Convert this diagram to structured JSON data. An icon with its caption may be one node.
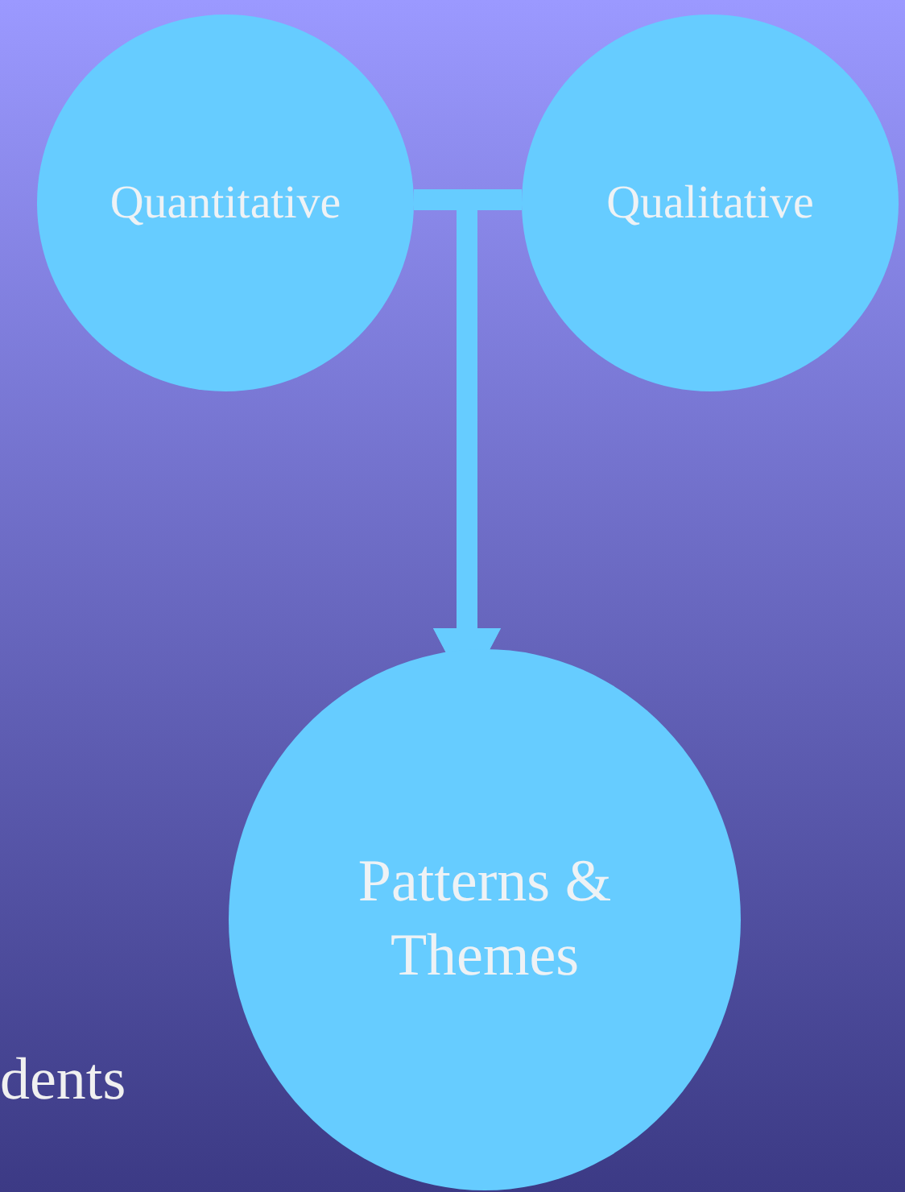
{
  "diagram": {
    "nodes": [
      {
        "text": [
          "Quantitative"
        ]
      },
      {
        "text": [
          "Qualitative"
        ]
      },
      {
        "text": [
          "Patterns & Themes"
        ]
      }
    ],
    "edges": [
      {
        "from": 0,
        "to": 2,
        "arrow": "to"
      },
      {
        "from": 1,
        "to": 2,
        "arrow": "to"
      }
    ],
    "labels": [
      "dents"
    ]
  }
}
